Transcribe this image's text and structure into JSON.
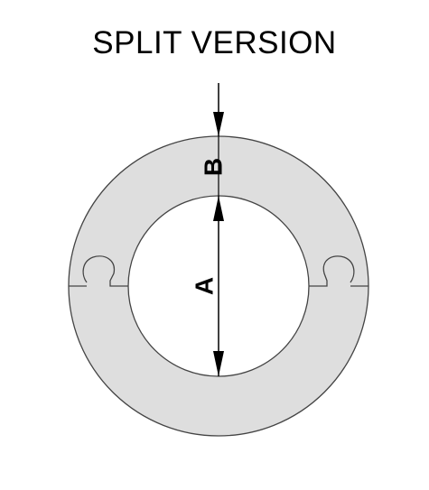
{
  "title": "SPLIT VERSION",
  "labels": {
    "inner_diameter": "A",
    "wall_thickness": "B"
  },
  "colors": {
    "ring_fill": "#dedede",
    "line": "#000000",
    "outline": "#444444",
    "background": "#ffffff"
  }
}
